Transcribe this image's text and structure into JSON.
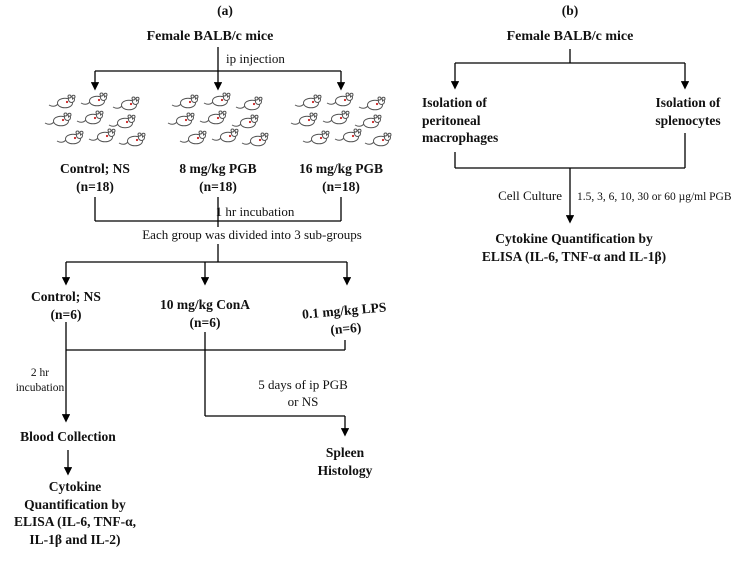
{
  "panel_a": {
    "label": "(a)",
    "title": "Female BALB/c mice",
    "ip_injection_label": "ip injection",
    "groups": [
      {
        "name": "Control; NS",
        "n": "(n=18)"
      },
      {
        "name": "8 mg/kg PGB",
        "n": "(n=18)"
      },
      {
        "name": "16 mg/kg PGB",
        "n": "(n=18)"
      }
    ],
    "incubation_1hr_label": "1 hr incubation",
    "division_note": "Each group was divided into 3 sub-groups",
    "subgroups": [
      {
        "name": "Control; NS",
        "n": "(n=6)"
      },
      {
        "name": "10 mg/kg ConA",
        "n": "(n=6)"
      },
      {
        "name": "0.1 mg/kg LPS",
        "n": "(n=6)"
      }
    ],
    "incubation_2hr_label": "2 hr\nincubation",
    "blood_collection": "Blood Collection",
    "cytokine_block": "Cytokine\nQuantification by\nELISA (IL-6, TNF-α,\nIL-1β and IL-2)",
    "pgb_treatment_label": "5 days of ip PGB\nor NS",
    "spleen_block": "Spleen\nHistology"
  },
  "panel_b": {
    "label": "(b)",
    "title": "Female BALB/c mice",
    "isolation_macrophages": "Isolation of\nperitoneal\nmacrophages",
    "isolation_splenocytes": "Isolation of\nsplenocytes",
    "cell_culture_label": "Cell Culture",
    "doses_label": "1.5, 3, 6, 10, 30 or 60 µg/ml PGB",
    "cytokine_block": "Cytokine Quantification by\nELISA (IL-6, TNF-α and IL-1β)"
  }
}
